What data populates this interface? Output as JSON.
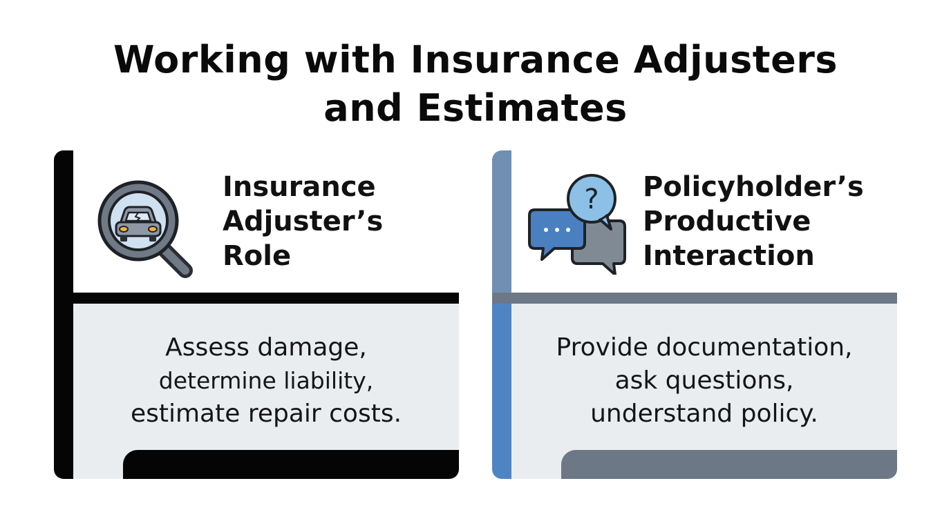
{
  "title": {
    "line1": "Working with Insurance Adjusters",
    "line2": "and Estimates"
  },
  "cards": [
    {
      "heading": [
        "Insurance",
        "Adjuster’s",
        "Role"
      ],
      "description": [
        "Assess damage,",
        "determine liability,",
        "estimate repair costs."
      ],
      "icon": "magnifier-car-icon",
      "accent_color": "#050505"
    },
    {
      "heading": [
        "Policyholder’s",
        "Productive",
        "Interaction"
      ],
      "description": [
        "Provide documentation,",
        "ask questions,",
        "understand policy."
      ],
      "icon": "chat-bubbles-question-icon",
      "accent_color": "#5b86b9",
      "secondary_color": "#6c7886"
    }
  ]
}
